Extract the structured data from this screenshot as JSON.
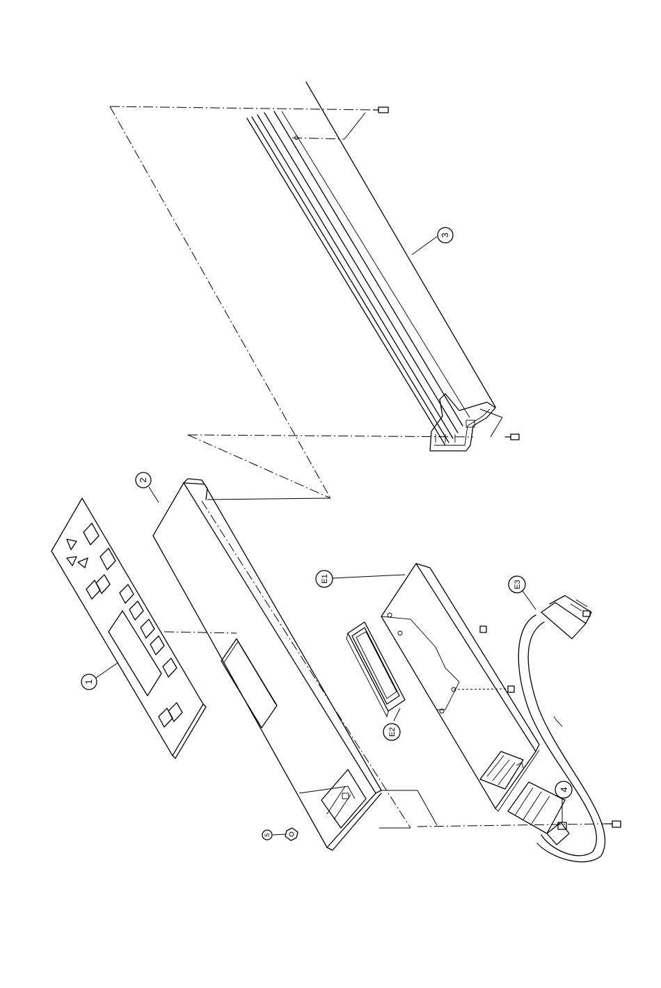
{
  "diagram": {
    "callouts": {
      "c1": "1",
      "c2": "2",
      "c3": "3",
      "c4": "4",
      "c5": "5",
      "e1": "E1",
      "e2": "E2",
      "e3": "E3"
    }
  }
}
